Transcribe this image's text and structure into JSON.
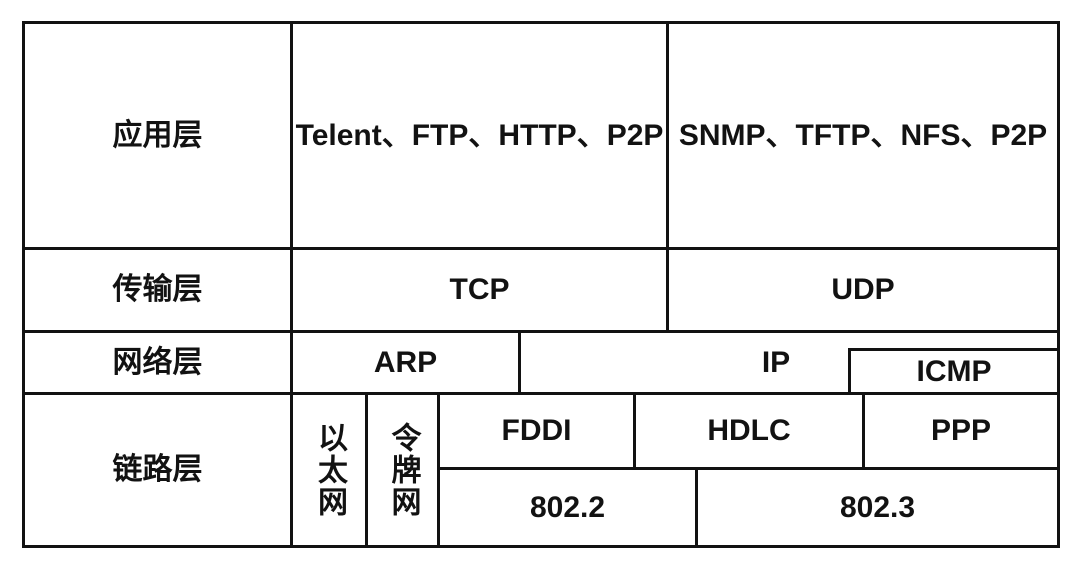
{
  "colors": {
    "line": "#121212",
    "text": "#121212",
    "background": "#ffffff"
  },
  "layers": {
    "application": {
      "label": "应用层",
      "tcp_protocols": "Telent、FTP、HTTP、P2P",
      "udp_protocols": "SNMP、TFTP、NFS、P2P"
    },
    "transport": {
      "label": "传输层",
      "tcp": "TCP",
      "udp": "UDP"
    },
    "network": {
      "label": "网络层",
      "arp": "ARP",
      "ip": "IP",
      "icmp": "ICMP"
    },
    "link": {
      "label": "链路层",
      "ethernet": "以太网",
      "token_ring": "令牌网",
      "fddi": "FDDI",
      "hdlc": "HDLC",
      "ppp": "PPP",
      "ieee_802_2": "802.2",
      "ieee_802_3": "802.3"
    }
  }
}
